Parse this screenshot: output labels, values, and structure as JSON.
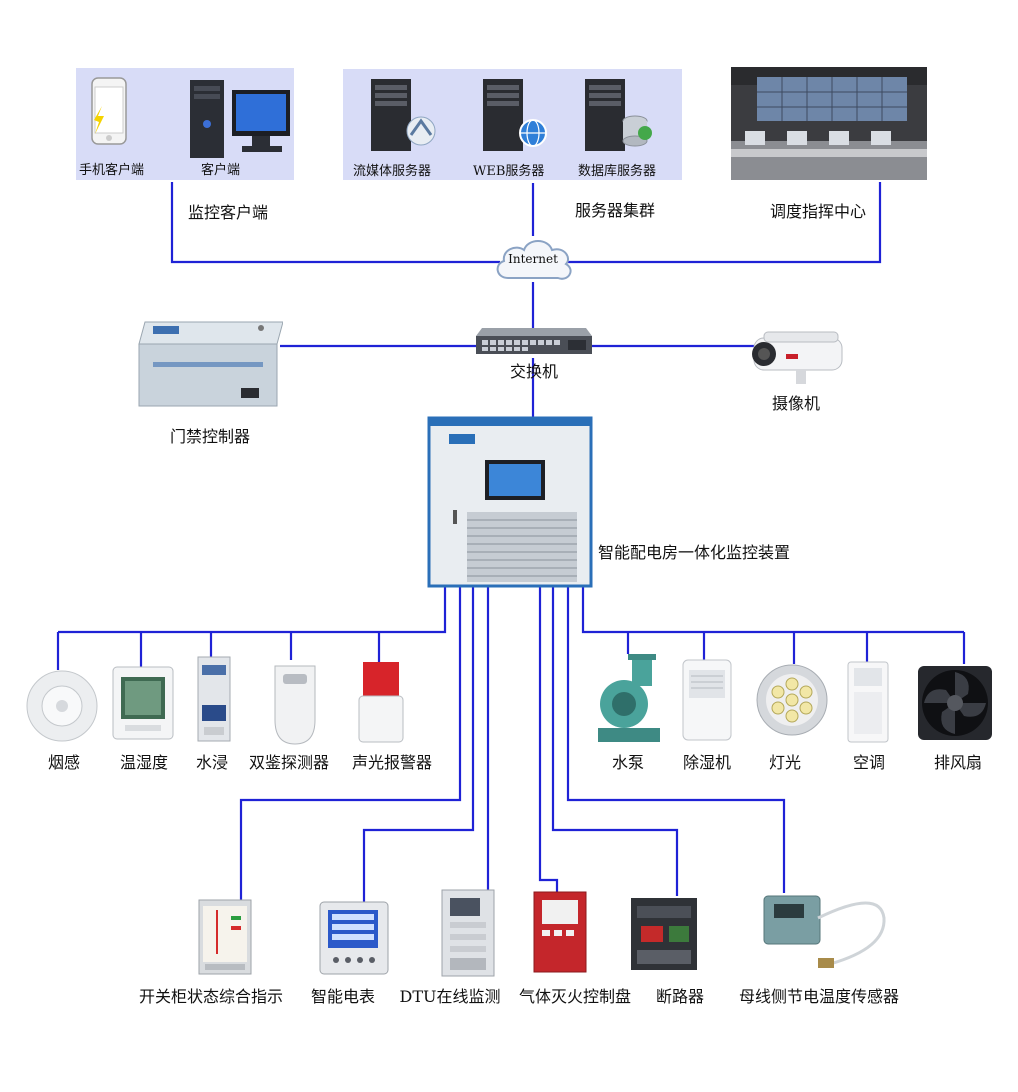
{
  "clients": {
    "mobile": "手机客户端",
    "pc": "客户端",
    "group": "监控客户端"
  },
  "servers": {
    "streaming": "流媒体服务器",
    "web": "WEB服务器",
    "database": "数据库服务器",
    "group": "服务器集群"
  },
  "dispatch_center": "调度指挥中心",
  "internet": "Internet",
  "switch": "交换机",
  "access_controller": "门禁控制器",
  "camera": "摄像机",
  "main_device": "智能配电房一体化监控装置",
  "env_sensors": [
    {
      "label": "烟感"
    },
    {
      "label": "温湿度"
    },
    {
      "label": "水浸"
    },
    {
      "label": "双鉴探测器"
    },
    {
      "label": "声光报警器"
    }
  ],
  "env_actuators": [
    {
      "label": "水泵"
    },
    {
      "label": "除湿机"
    },
    {
      "label": "灯光"
    },
    {
      "label": "空调"
    },
    {
      "label": "排风扇"
    }
  ],
  "electrical": [
    {
      "label": "开关柜状态综合指示"
    },
    {
      "label": "智能电表"
    },
    {
      "label": "DTU在线监测"
    },
    {
      "label": "气体灭火控制盘"
    },
    {
      "label": "断路器"
    },
    {
      "label": "母线侧节电温度传感器"
    }
  ],
  "colors": {
    "wire": "#1f22d6",
    "panel": "#d8dcf7",
    "cabinet": "#e9edf1",
    "cabinet_trim": "#2a6fb8"
  }
}
